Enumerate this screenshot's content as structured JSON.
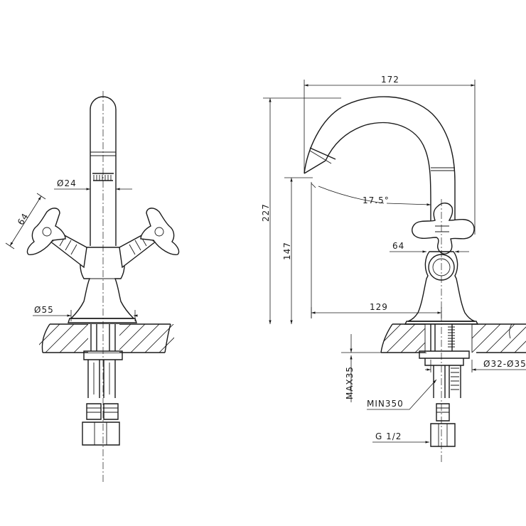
{
  "colors": {
    "line": "#1a1a1a",
    "background": "#ffffff"
  },
  "front_view": {
    "dims": {
      "aerator_diameter": "Ø24",
      "handle_length": "64",
      "base_diameter": "Ø55"
    }
  },
  "side_view": {
    "dims": {
      "spout_reach": "172",
      "total_height": "227",
      "spout_height": "147",
      "spout_angle": "17.5°",
      "handle_width": "64",
      "base_to_outlet": "129",
      "mounting_hole": "Ø32-Ø35",
      "max_counter_thickness": "MAX35",
      "hose_length": "MIN350",
      "connection_thread": "G 1/2"
    }
  }
}
